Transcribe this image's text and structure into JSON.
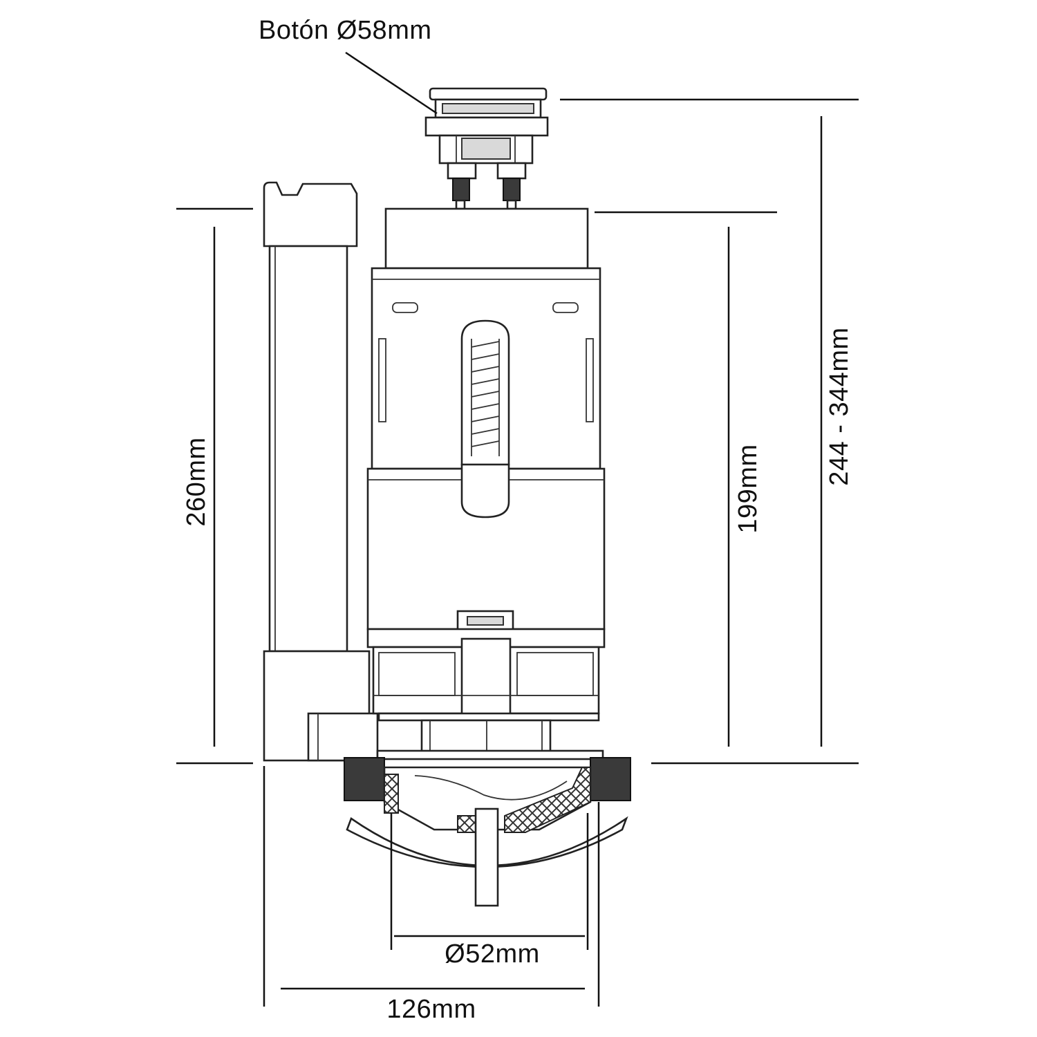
{
  "labels": {
    "button": "Botón Ø58mm",
    "height_left": "260mm",
    "height_mid": "199mm",
    "height_right": "244 - 344mm",
    "outlet_diameter": "Ø52mm",
    "base_width": "126mm"
  }
}
